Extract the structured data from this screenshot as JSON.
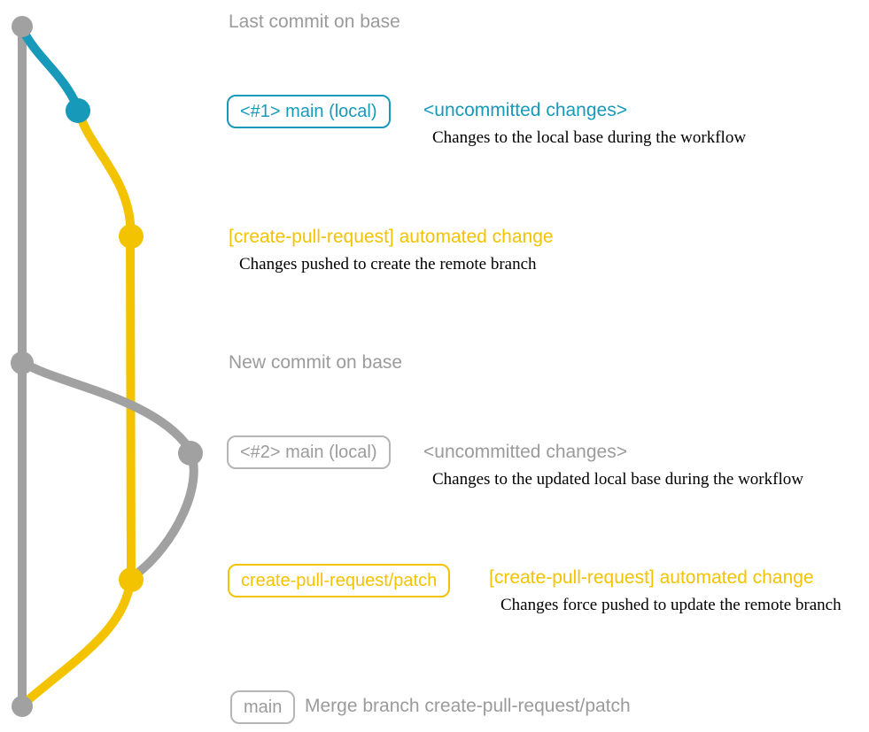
{
  "colors": {
    "gray": "#a1a1a1",
    "teal": "#1799b9",
    "yellow": "#f3c300"
  },
  "rows": {
    "last_commit": {
      "label": "Last commit on base"
    },
    "local_main_1": {
      "badge": "<#1> main (local)",
      "status": "<uncommitted changes>",
      "description": "Changes to the local base during the workflow"
    },
    "pr_commit_1": {
      "title": "[create-pull-request] automated change",
      "description": "Changes pushed to create the remote branch"
    },
    "new_commit": {
      "label": "New commit on base"
    },
    "local_main_2": {
      "badge": "<#2> main (local)",
      "status": "<uncommitted changes>",
      "description": "Changes to the updated local base during the workflow"
    },
    "pr_commit_2": {
      "badge": "create-pull-request/patch",
      "title": "[create-pull-request] automated change",
      "description": "Changes force pushed to update the remote branch"
    },
    "merge": {
      "badge": "main",
      "label": "Merge branch create-pull-request/patch"
    }
  }
}
